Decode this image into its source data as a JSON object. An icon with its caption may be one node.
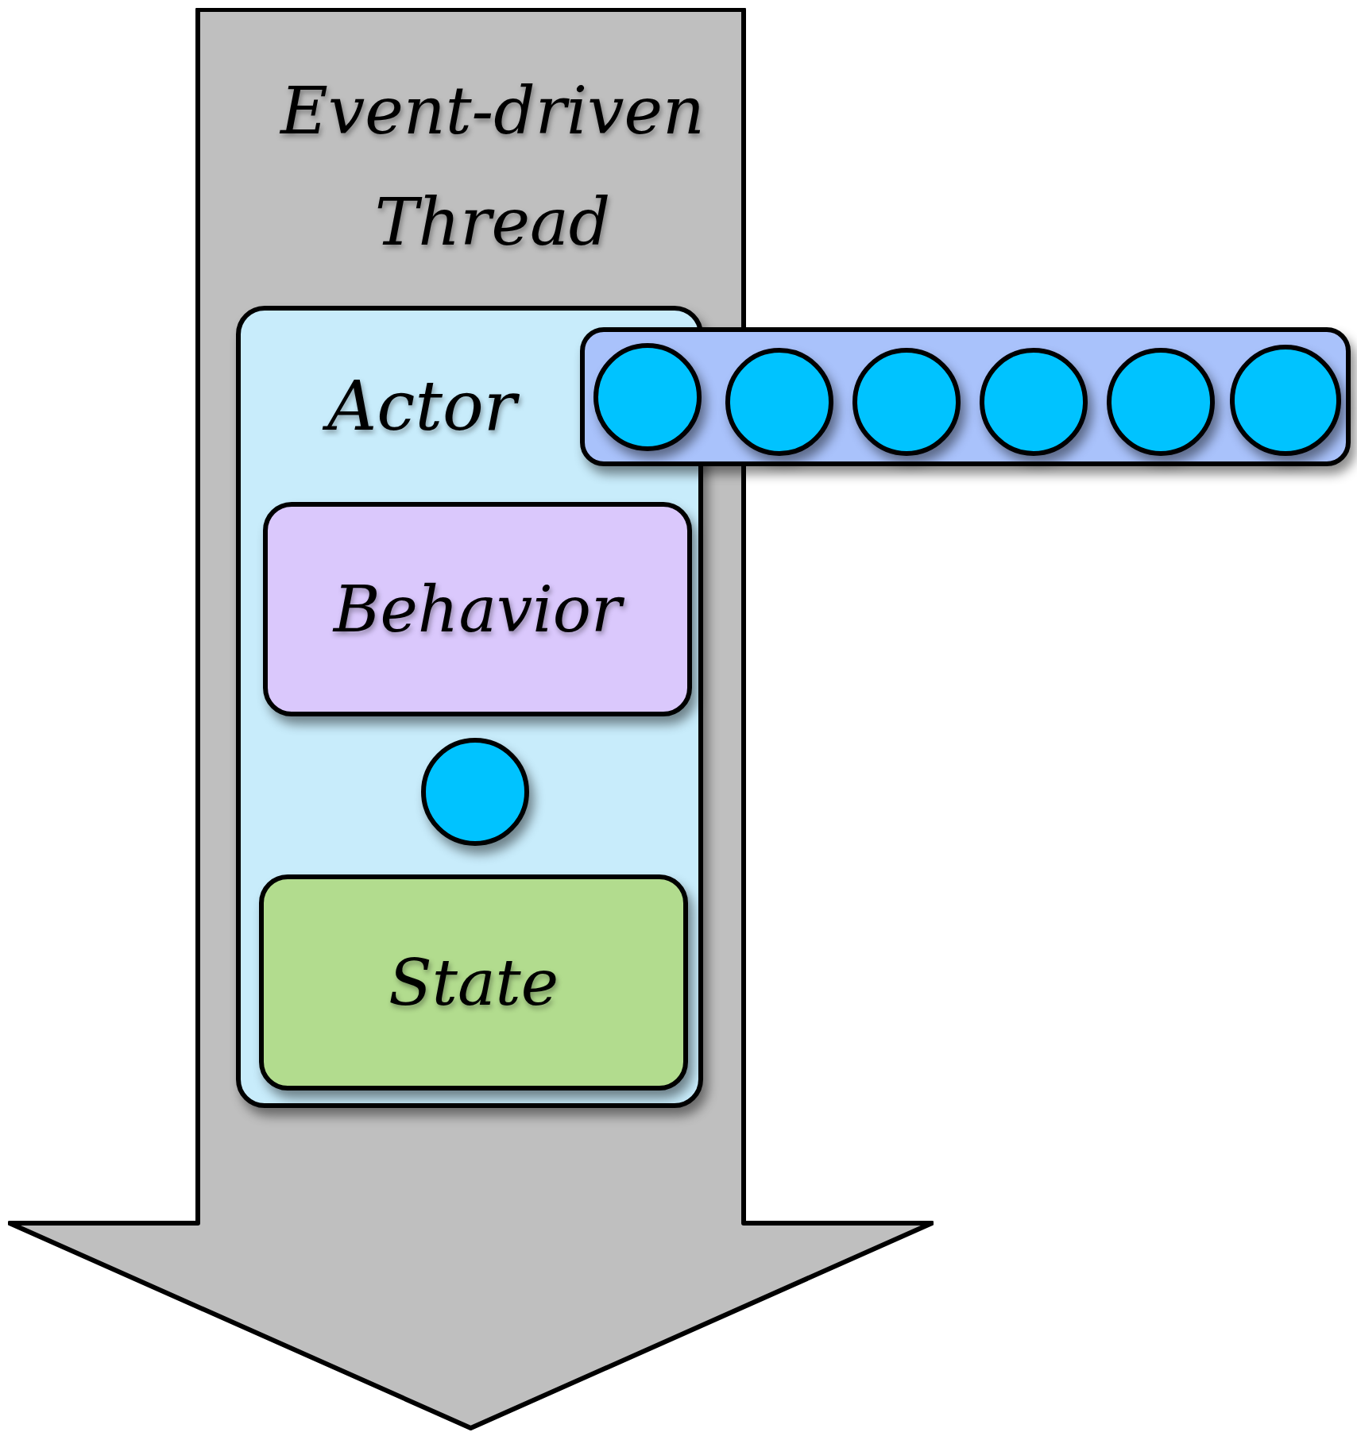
{
  "diagram": {
    "nodes": [
      {
        "text": [
          "Event-driven Thread"
        ]
      },
      {
        "text": [
          "Actor"
        ],
        "in": 0
      },
      {
        "text": [
          "Behavior"
        ],
        "in": 1
      },
      {
        "text": [],
        "shape": "circle",
        "in": 1
      },
      {
        "text": [
          "State"
        ],
        "in": 1
      },
      {
        "text": [],
        "shape": "bar"
      },
      {
        "text": [],
        "shape": "circle"
      },
      {
        "text": [],
        "shape": "circle",
        "in": 5
      },
      {
        "text": [],
        "shape": "circle",
        "in": 5
      },
      {
        "text": [],
        "shape": "circle",
        "in": 5
      },
      {
        "text": [],
        "shape": "circle",
        "in": 5
      },
      {
        "text": [],
        "shape": "circle",
        "in": 5
      }
    ]
  }
}
